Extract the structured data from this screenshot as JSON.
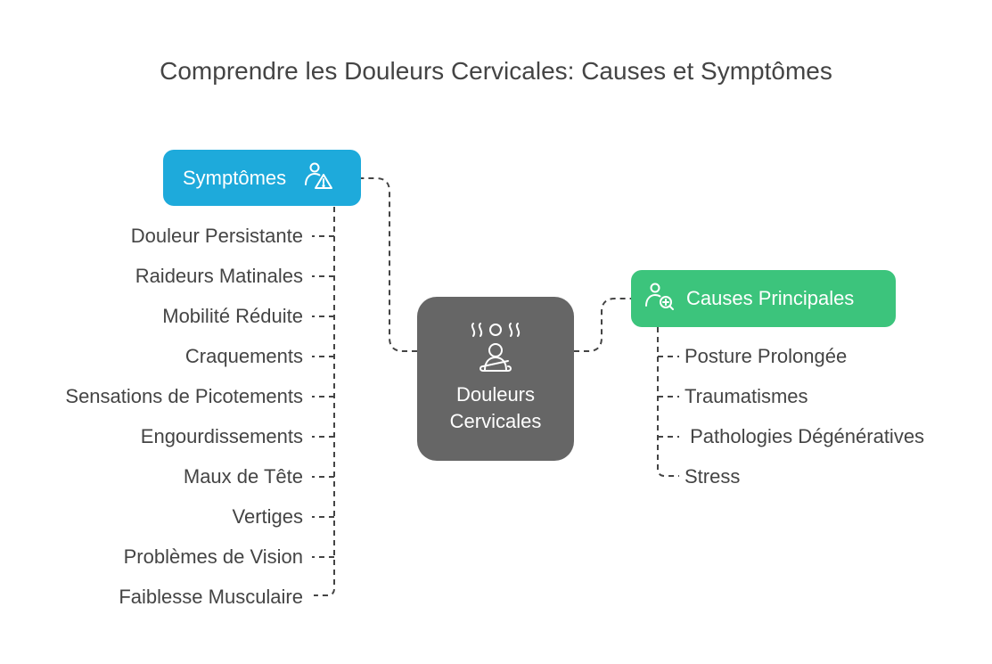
{
  "title": "Comprendre les Douleurs Cervicales: Causes et Symptômes",
  "center": {
    "label_line1": "Douleurs",
    "label_line2": "Cervicales",
    "icon": "steam-person-icon",
    "color": "#666666"
  },
  "symptoms": {
    "label": "Symptômes",
    "icon": "person-warning-icon",
    "color": "#1EAADB",
    "items": [
      "Douleur Persistante",
      "Raideurs Matinales",
      "Mobilité Réduite",
      "Craquements",
      "Sensations de Picotements",
      "Engourdissements",
      "Maux de Tête",
      "Vertiges",
      "Problèmes de Vision",
      "Faiblesse Musculaire"
    ]
  },
  "causes": {
    "label": "Causes Principales",
    "icon": "person-search-icon",
    "color": "#3CC47C",
    "items": [
      "Posture Prolongée",
      "Traumatismes",
      " Pathologies Dégénératives",
      "Stress"
    ]
  },
  "connector_color": "#444444"
}
